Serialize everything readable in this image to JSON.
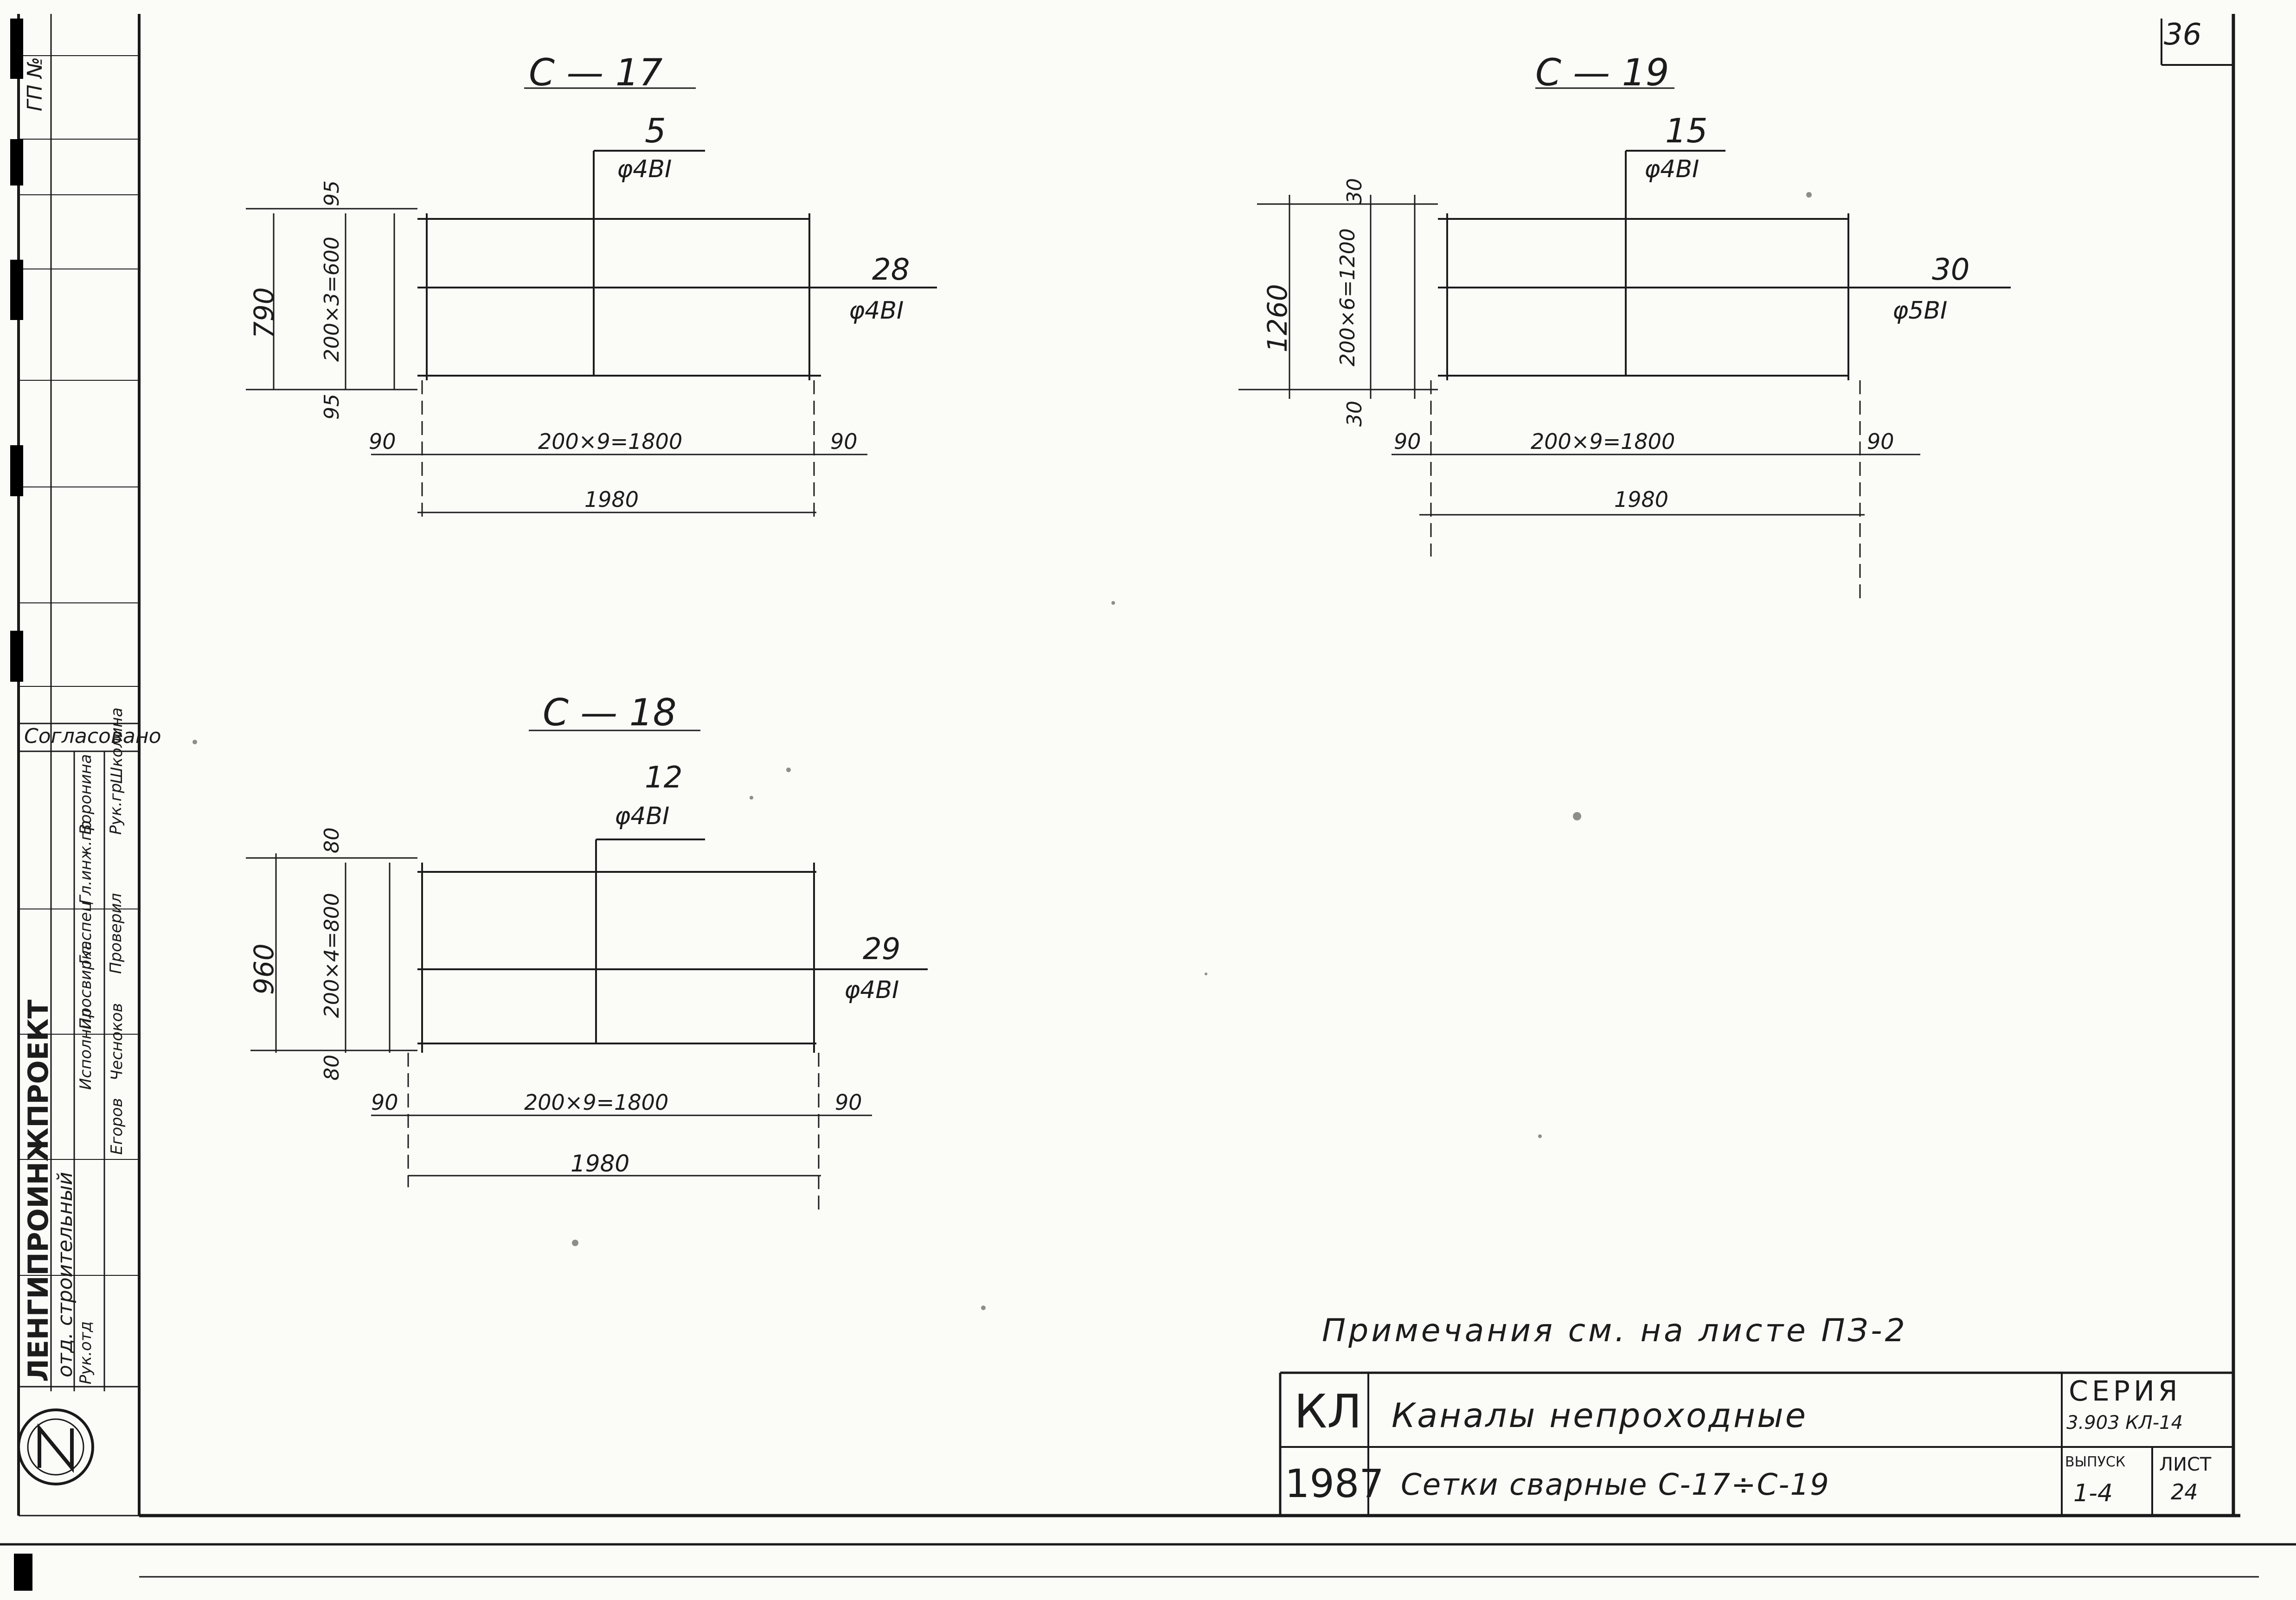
{
  "sheet_number": "36",
  "stamp_top": "ГП №",
  "meshes": [
    {
      "id": "c17",
      "title": "С — 17",
      "leader_top": {
        "pos": "5",
        "spec": "φ4BI"
      },
      "leader_right": {
        "pos": "28",
        "spec": "φ4BI"
      },
      "overall_height": "790",
      "inner_height": "200×3=600",
      "edge_top": "95",
      "edge_bottom": "95",
      "edge_left": "90",
      "edge_right": "90",
      "inner_width": "200×9=1800",
      "overall_width": "1980"
    },
    {
      "id": "c19",
      "title": "С — 19",
      "leader_top": {
        "pos": "15",
        "spec": "φ4BI"
      },
      "leader_right": {
        "pos": "30",
        "spec": "φ5BI"
      },
      "overall_height": "1260",
      "inner_height": "200×6=1200",
      "edge_top": "30",
      "edge_bottom": "30",
      "edge_left": "90",
      "edge_right": "90",
      "inner_width": "200×9=1800",
      "overall_width": "1980"
    },
    {
      "id": "c18",
      "title": "С — 18",
      "leader_top": {
        "pos": "12",
        "spec": "φ4BI"
      },
      "leader_right": {
        "pos": "29",
        "spec": "φ4BI"
      },
      "overall_height": "960",
      "inner_height": "200×4=800",
      "edge_top": "80",
      "edge_bottom": "80",
      "edge_left": "90",
      "edge_right": "90",
      "inner_width": "200×9=1800",
      "overall_width": "1980"
    }
  ],
  "note": "Примечания см. на листе ПЗ-2",
  "title_block": {
    "code": "КЛ",
    "year": "1987",
    "title": "Каналы непроходные",
    "subtitle": "Сетки сварные С-17÷С-19",
    "series_label": "СЕРИЯ",
    "series_value": "3.903 КЛ-14",
    "issue_label": "ВЫПУСК",
    "issue_value": "1-4",
    "sheet_label": "ЛИСТ",
    "sheet_value": "24"
  },
  "side_stamp": {
    "agreed": "Согласовано",
    "org": "ЛЕНГИПРОИНЖПРОЕКТ",
    "dept": "отд. строительный",
    "roles": [
      "Рук.отд",
      "Гл.спец",
      "Гл.инж.пр",
      "Рук.гр",
      "Проверил",
      "Исполнил"
    ],
    "names": [
      "Егоров",
      "Чесноков",
      "Школина",
      "Просвирка",
      "Воронина"
    ]
  }
}
